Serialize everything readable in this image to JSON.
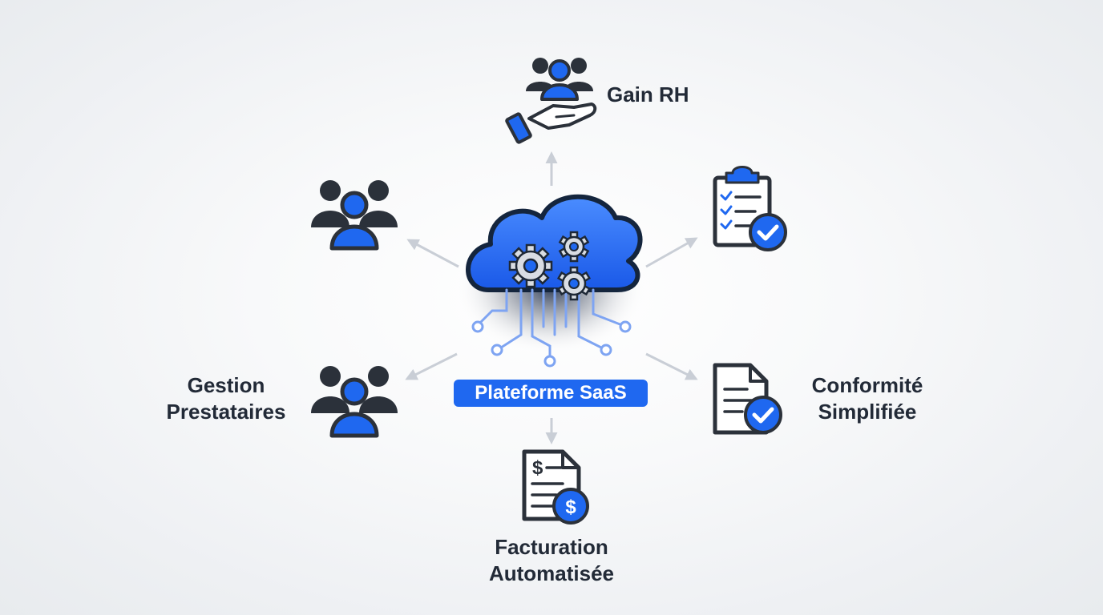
{
  "center": {
    "label": "Plateforme SaaS",
    "icon": "cloud-gears-icon"
  },
  "nodes": {
    "gain_rh": {
      "label": "Gain RH",
      "icon": "hand-team-icon"
    },
    "team": {
      "icon": "team-icon"
    },
    "checklist": {
      "icon": "clipboard-check-icon"
    },
    "gestion": {
      "label_line1": "Gestion",
      "label_line2": "Prestataires",
      "icon": "team-icon"
    },
    "conformite": {
      "label_line1": "Conformité",
      "label_line2": "Simplifiée",
      "icon": "document-check-icon"
    },
    "facturation": {
      "label_line1": "Facturation",
      "label_line2": "Automatisée",
      "icon": "invoice-dollar-icon"
    }
  },
  "colors": {
    "accent": "#1f68f0",
    "dark": "#2b313a",
    "arrow": "#c9ced6",
    "gear": "#d9dde3"
  }
}
